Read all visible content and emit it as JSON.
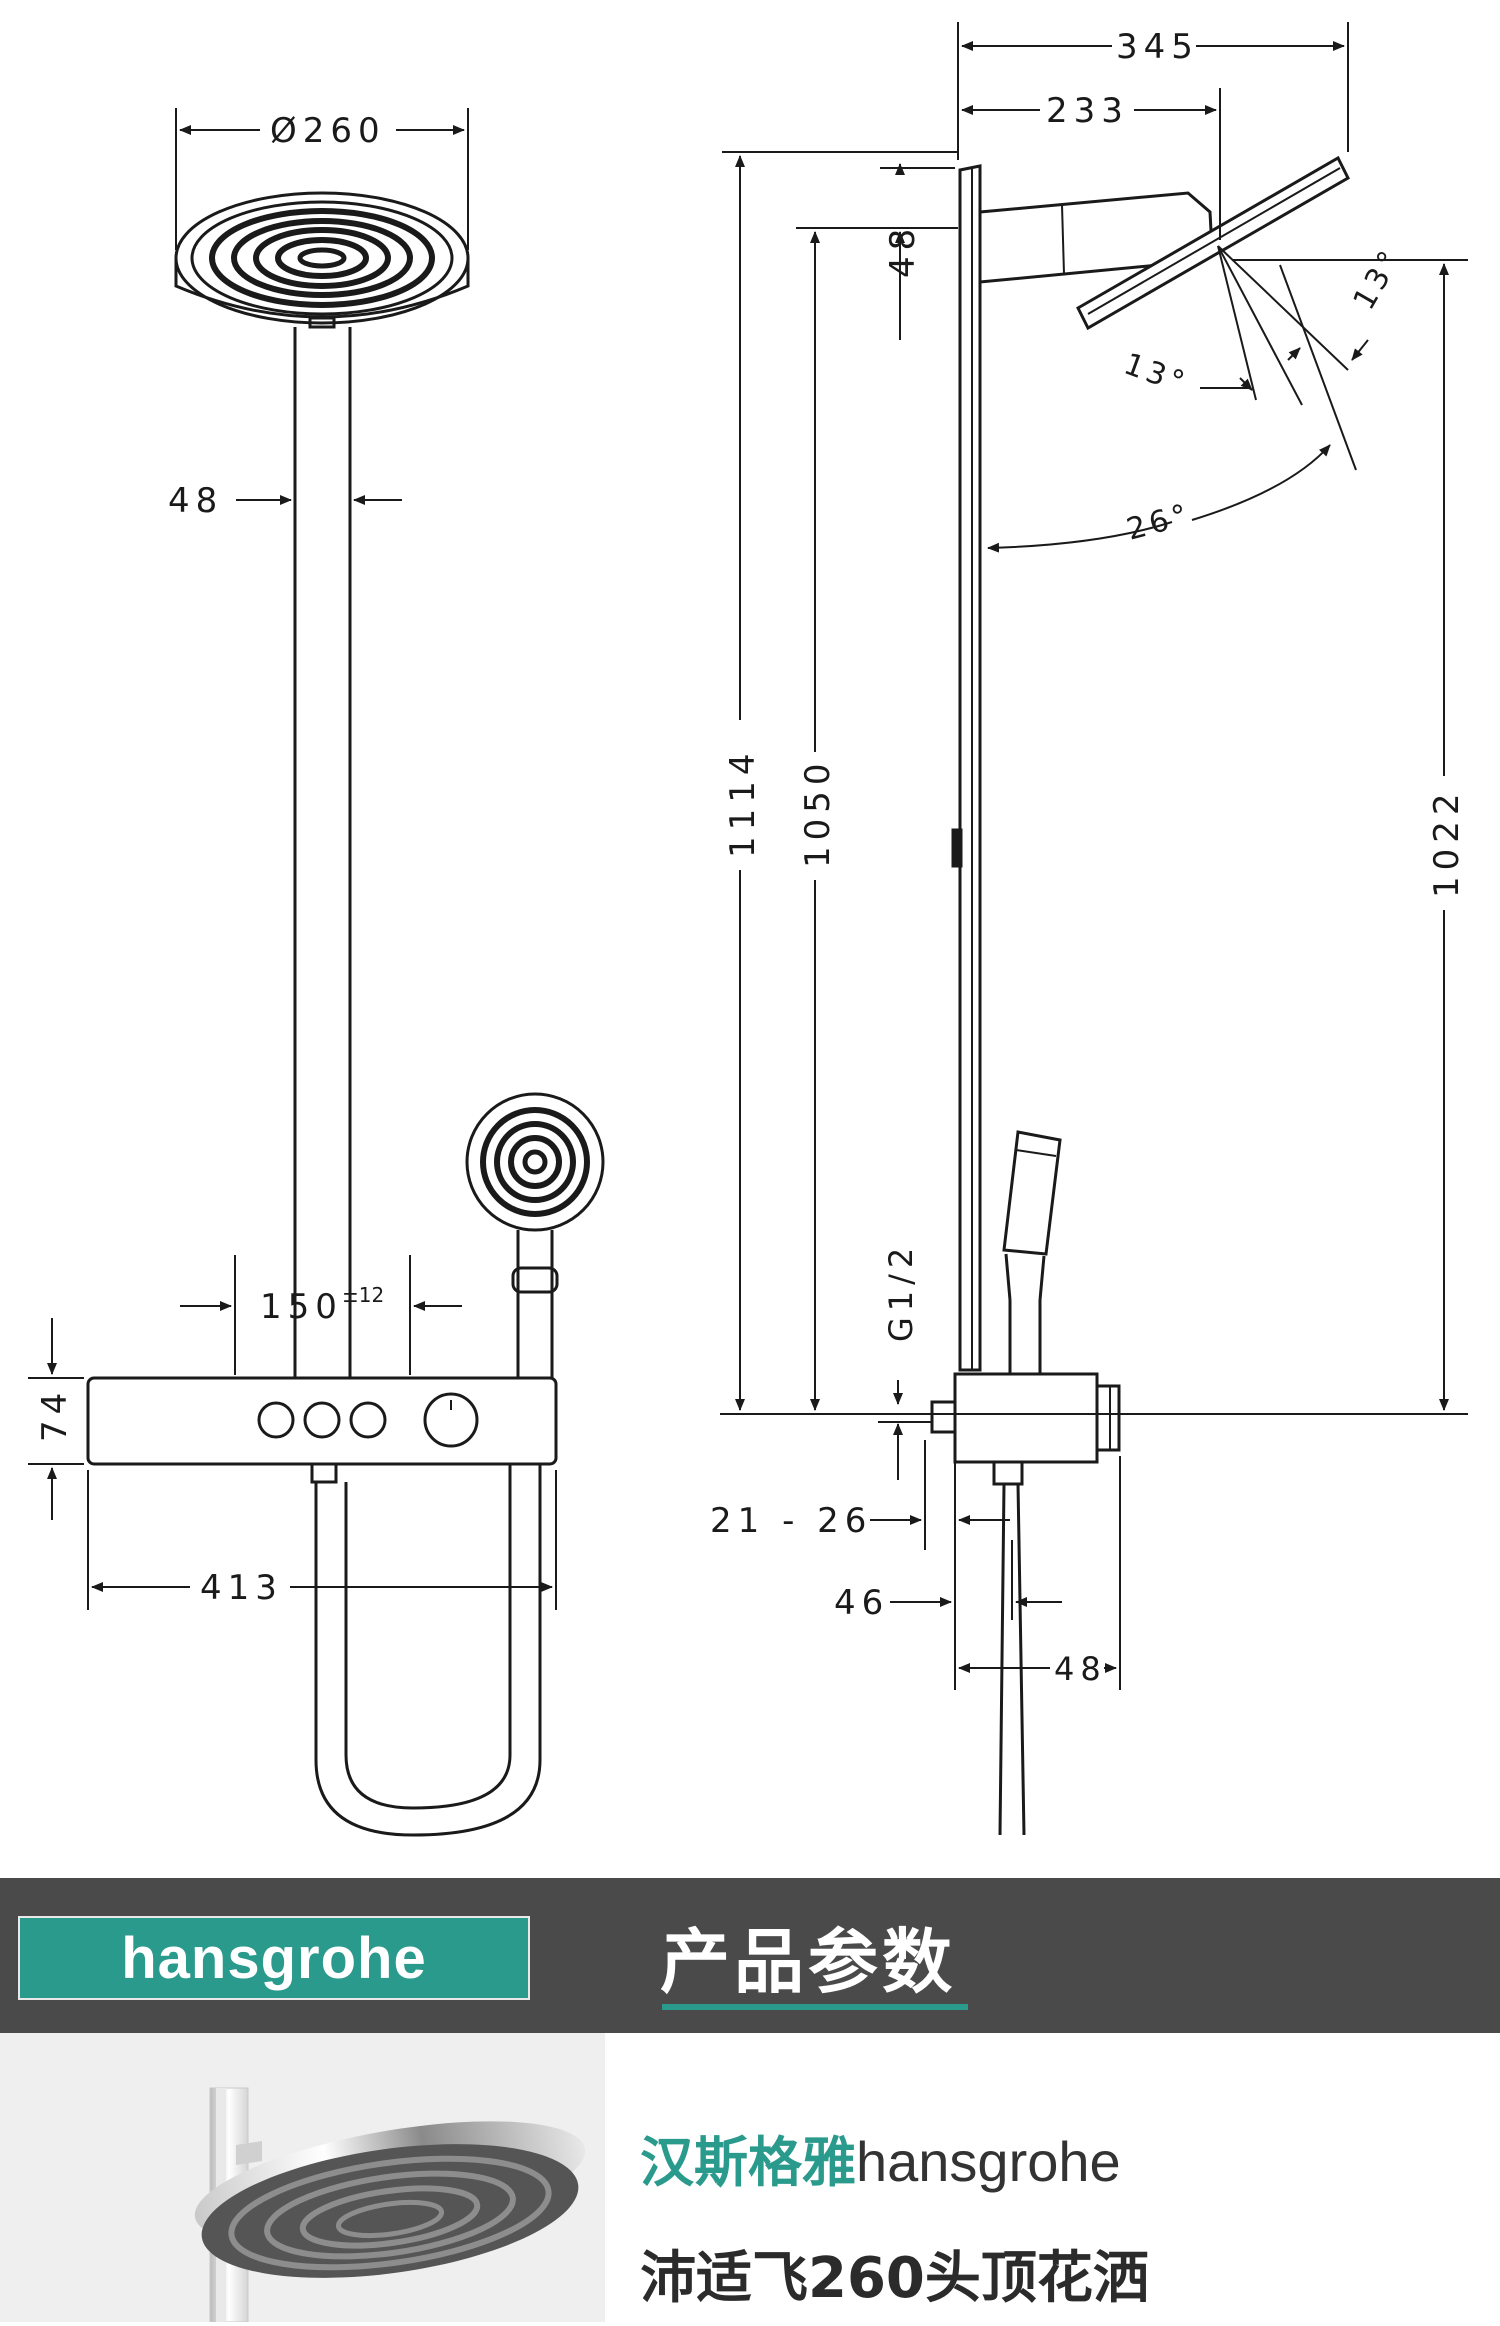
{
  "front_view": {
    "diameter_label": "Ø260",
    "pipe_width_label": "48",
    "spacing_label": "150",
    "spacing_tolerance": "±12",
    "height_label": "74",
    "width_label": "413"
  },
  "side_view": {
    "depth_label": "345",
    "arm_label": "233",
    "top_offset_label": "48",
    "height_total_label": "1114",
    "height_rail_label": "1050",
    "height_head_label": "1022",
    "angle_right_label": "13°",
    "angle_left_label": "13°",
    "angle_total_label": "26°",
    "thread_label": "G1/2",
    "wall_offset_label": "21 - 26",
    "bottom_left_label": "46",
    "bottom_right_label": "48"
  },
  "banner": {
    "logo": "hansgrohe",
    "title": "产品参数"
  },
  "product": {
    "brand_cn": "汉斯格雅",
    "brand_en": "hansgrohe",
    "name": "沛适飞260头顶花洒"
  },
  "colors": {
    "accent": "#2a9a8c",
    "band": "#4a4a4a",
    "line": "#1a1a1a"
  }
}
